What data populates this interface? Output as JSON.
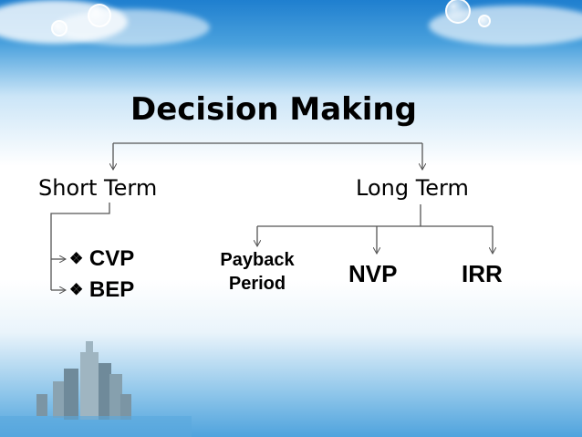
{
  "diagram": {
    "title": "Decision Making",
    "left_branch": {
      "label": "Short Term",
      "items": [
        {
          "marker": "❖",
          "label": "CVP"
        },
        {
          "marker": "❖",
          "label": "BEP"
        }
      ]
    },
    "right_branch": {
      "label": "Long Term",
      "items": [
        {
          "line1": "Payback",
          "line2": "Period"
        },
        {
          "label": "NVP"
        },
        {
          "label": "IRR"
        }
      ]
    }
  },
  "colors": {
    "line": "#555555",
    "text": "#000000",
    "sky_top": "#1f7fcf",
    "buildings": "#6f8a9a"
  }
}
